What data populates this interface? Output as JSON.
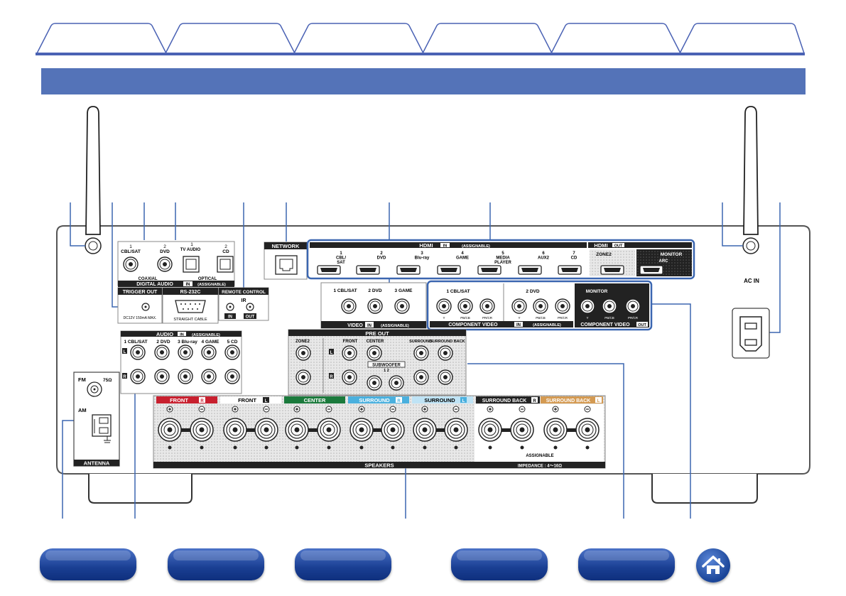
{
  "tabs": [
    "",
    "",
    "",
    "",
    "",
    ""
  ],
  "labels": {
    "digital_audio": "DIGITAL AUDIO",
    "in": "IN",
    "assignable": "(ASSIGNABLE)",
    "cbl_sat_1": "1",
    "cbl_sat": "CBL/SAT",
    "dvd_2": "2",
    "dvd": "DVD",
    "coaxial": "COAXIAL",
    "tv_audio_1": "1",
    "tv_audio": "TV AUDIO",
    "cd_2": "2",
    "cd": "CD",
    "optical": "OPTICAL",
    "trigger_out": "TRIGGER OUT",
    "trigger_spec": "DC12V 150mA MAX.",
    "rs232c": "RS-232C",
    "straight_cable": "STRAIGHT CABLE",
    "remote_control": "REMOTE CONTROL",
    "ir": "IR",
    "rc_in": "IN",
    "rc_out": "OUT",
    "network": "NETWORK",
    "hdmi": "HDMI",
    "hdmi_in": "IN",
    "hdmi_out_title": "HDMI",
    "out": "OUT",
    "hdmi_ports": [
      "1\nCBL/\nSAT",
      "2\nDVD",
      "3\nBlu-ray",
      "4\nGAME",
      "5\nMEDIA\nPLAYER",
      "6\nAUX2",
      "7\nCD"
    ],
    "zone2": "ZONE2",
    "monitor": "MONITOR",
    "arc": "ARC",
    "video": "VIDEO",
    "video_ports": [
      "1 CBL/SAT",
      "2 DVD",
      "3 GAME"
    ],
    "component_video": "COMPONENT VIDEO",
    "comp_in_1": "1 CBL/SAT",
    "comp_in_2": "2 DVD",
    "comp_monitor": "MONITOR",
    "y": "Y",
    "pb": "PB/CB",
    "pr": "PR/CR",
    "audio": "AUDIO",
    "audio_ports": [
      "1 CBL/SAT",
      "2 DVD",
      "3 Blu-ray",
      "4 GAME",
      "5 CD"
    ],
    "l": "L",
    "r": "R",
    "pre_out": "PRE OUT",
    "pre_zone2": "ZONE2",
    "pre_front": "FRONT",
    "pre_center": "CENTER",
    "pre_subwoofer": "SUBWOOFER",
    "pre_sub_nums": "1   2",
    "pre_surround": "SURROUND",
    "pre_surround_back": "SURROUND BACK",
    "antenna": "ANTENNA",
    "fm": "FM",
    "ohm75": "75Ω",
    "am": "AM",
    "speakers": "SPEAKERS",
    "front_r": "FRONT",
    "front_l": "FRONT",
    "center": "CENTER",
    "surround_r": "SURROUND",
    "surround_l": "SURROUND",
    "surround_back_r": "SURROUND BACK",
    "surround_back_l": "SURROUND BACK",
    "assignable_spk": "ASSIGNABLE",
    "impedance": "IMPEDANCE : 4～16Ω",
    "ac_in": "AC IN"
  },
  "colors": {
    "accent": "#4a62b4",
    "header_bar": "#5473b8",
    "panel_outline": "#3b66b0",
    "front_r": "#c8202f",
    "center": "#1b7a3c",
    "surround": "#4ab0de",
    "surround_back": "#d49a52"
  }
}
